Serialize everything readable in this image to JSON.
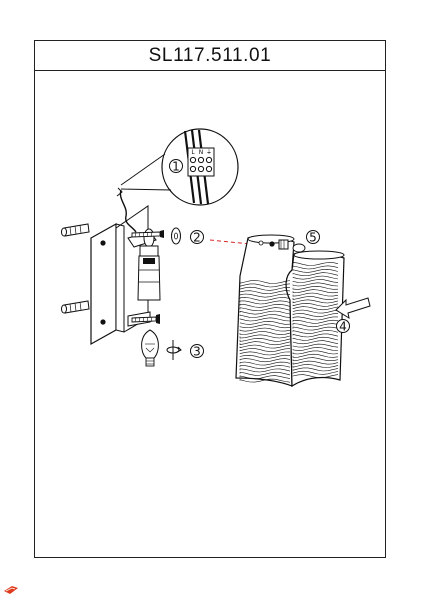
{
  "document": {
    "title": "SL117.511.01"
  },
  "steps": [
    {
      "num": "1",
      "meaning": "wiring terminal detail"
    },
    {
      "num": "2",
      "meaning": "screw into mounting plate"
    },
    {
      "num": "3",
      "meaning": "insert light bulb"
    },
    {
      "num": "4",
      "meaning": "slide shade onto bracket"
    },
    {
      "num": "5",
      "meaning": "secure shade with finial nut"
    }
  ],
  "terminal_labels": [
    "L",
    "N",
    "⏚"
  ],
  "colors": {
    "line": "#111111",
    "dash": "#d8262a",
    "logo": "#e03a1e"
  }
}
